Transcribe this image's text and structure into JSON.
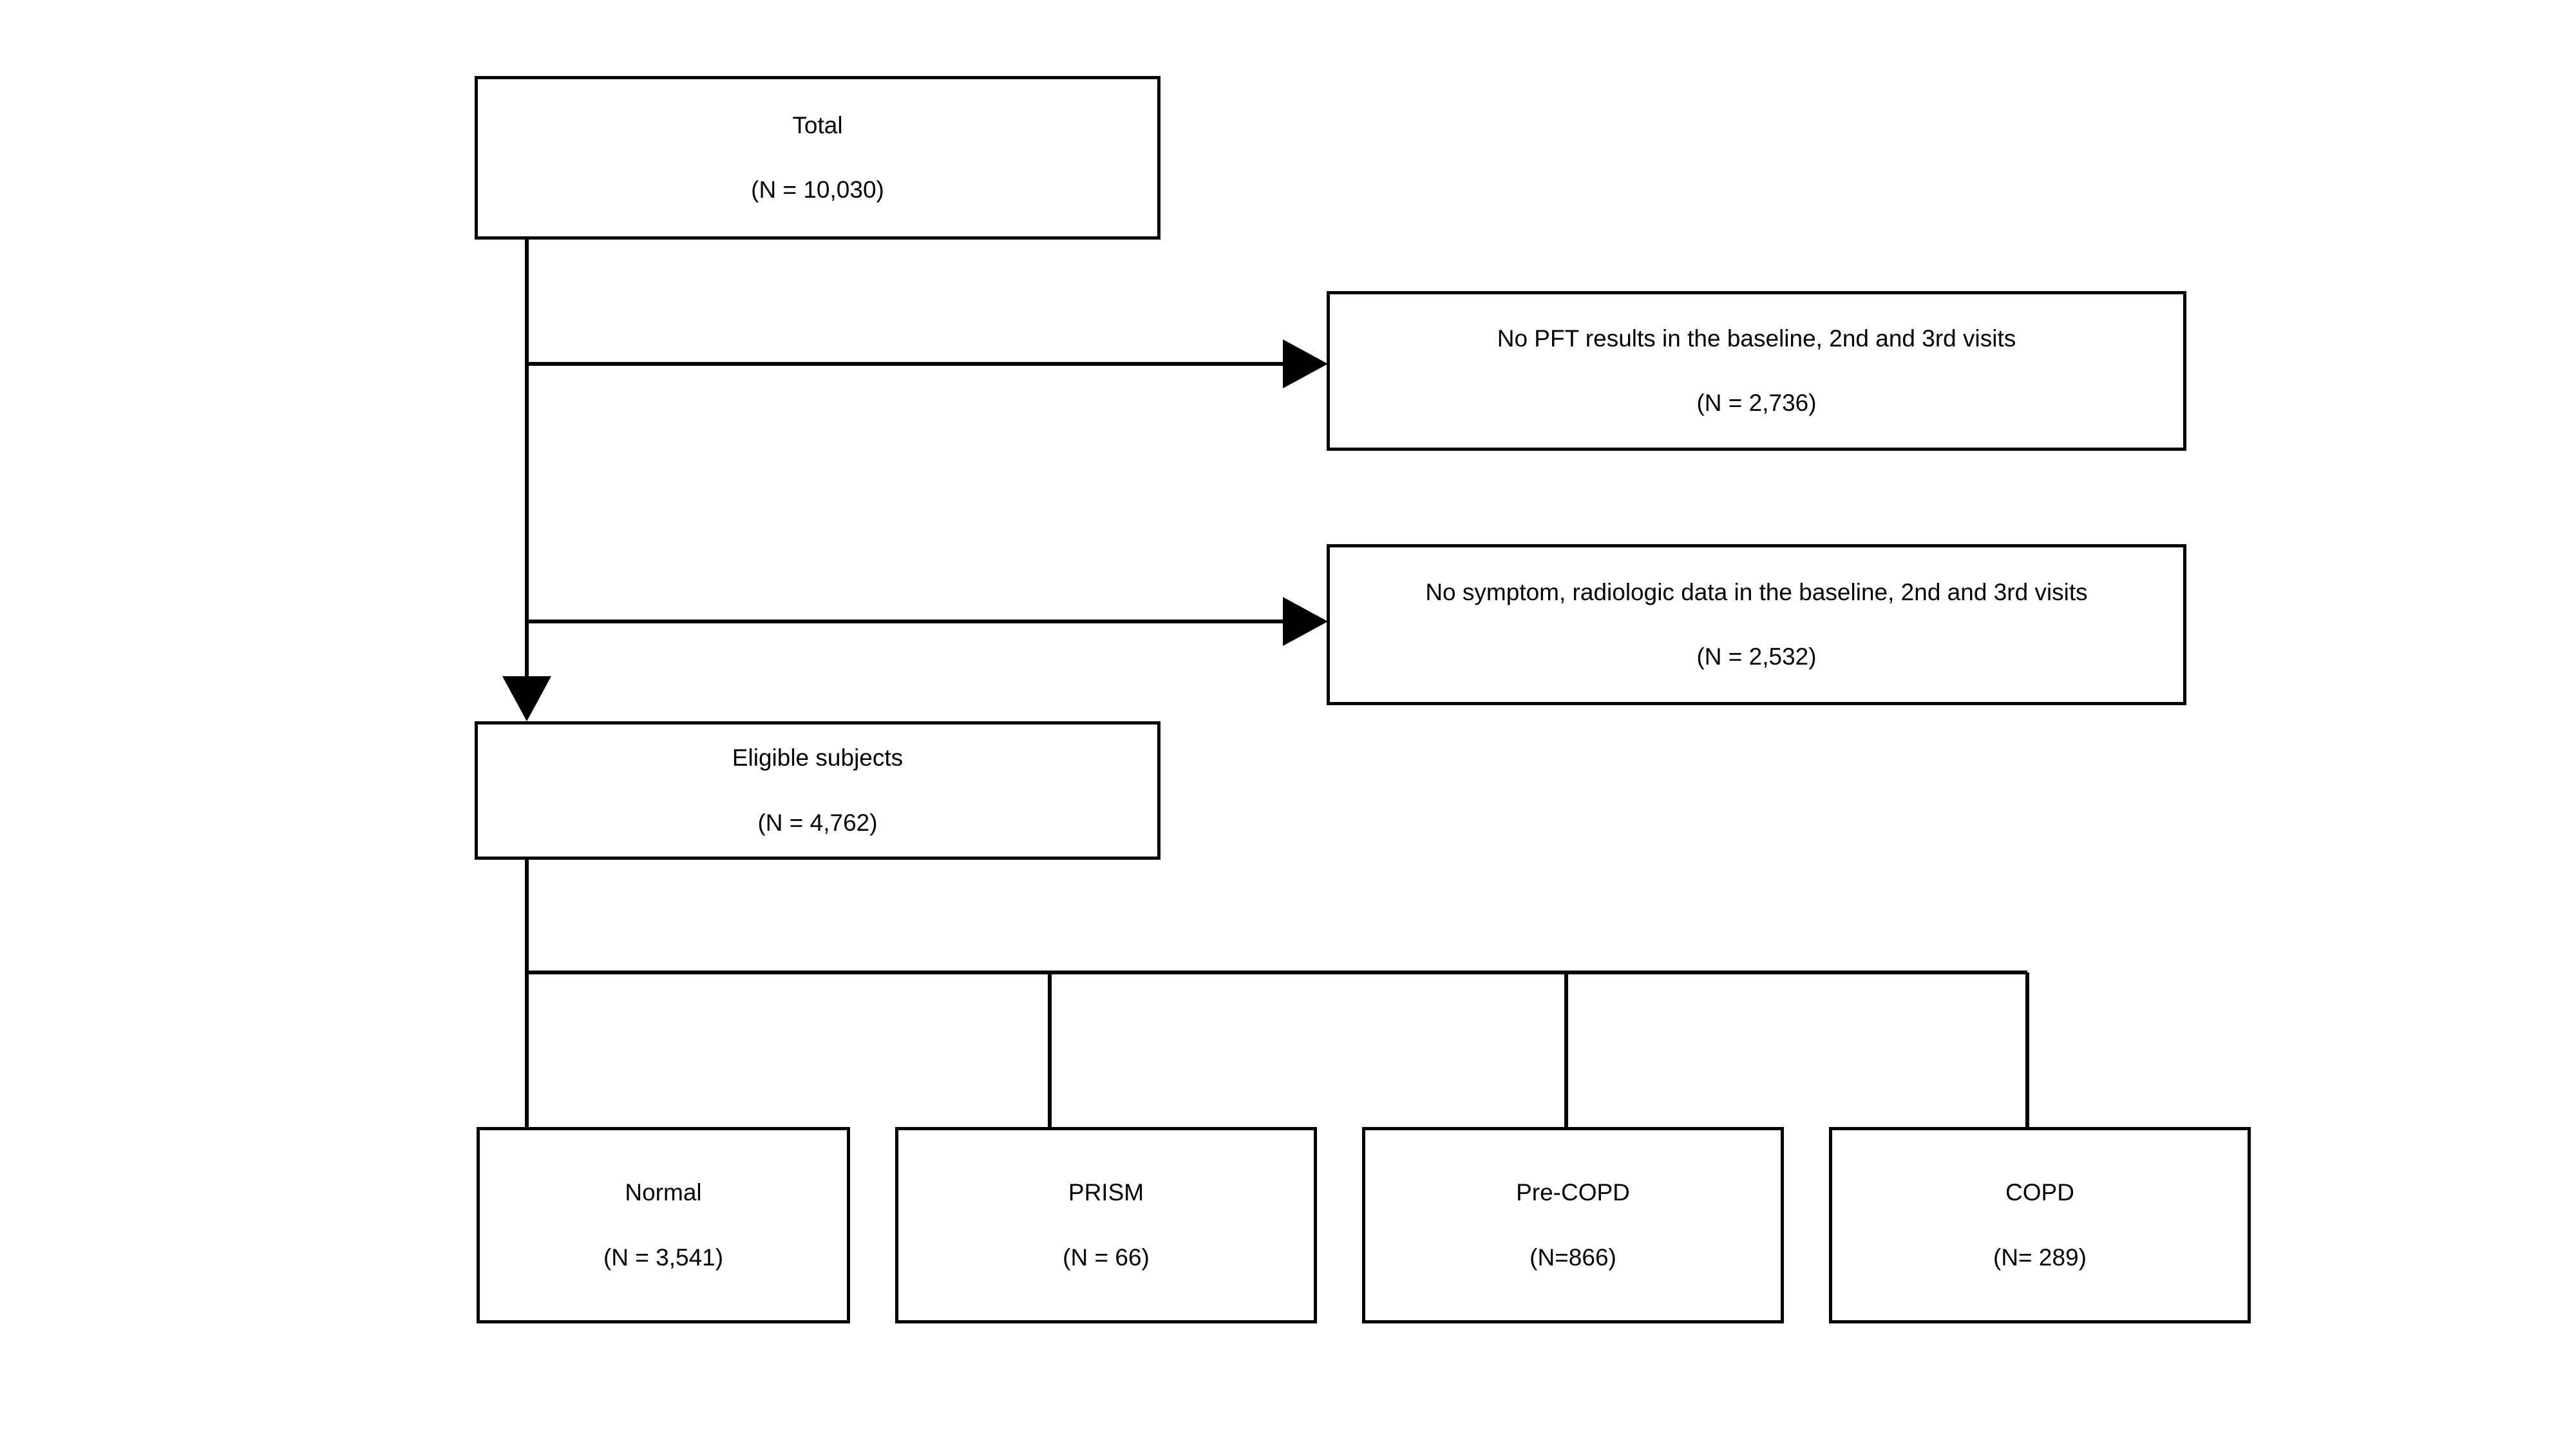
{
  "diagram": {
    "type": "study-flow-diagram",
    "title_present": false,
    "nodes": {
      "total": {
        "label": "Total",
        "count": "(N = 10,030)"
      },
      "exclusion_pft": {
        "label": "No PFT results in the baseline, 2nd and 3rd visits",
        "count": "(N = 2,736)"
      },
      "exclusion_symptom": {
        "label": "No symptom, radiologic data in the baseline, 2nd and 3rd visits",
        "count": "(N = 2,532)"
      },
      "eligible": {
        "label": "Eligible subjects",
        "count": "(N = 4,762)"
      },
      "normal": {
        "label": "Normal",
        "count": "(N = 3,541)"
      },
      "prism": {
        "label": "PRISM",
        "count": "(N = 66)"
      },
      "pre_copd": {
        "label": "Pre-COPD",
        "count": "(N=866)"
      },
      "copd": {
        "label": "COPD",
        "count": "(N= 289)"
      }
    },
    "colors": {
      "box_border": "#000000",
      "box_fill": "#ffffff",
      "connector": "#000000",
      "text": "#000000",
      "background": "#ffffff"
    }
  }
}
